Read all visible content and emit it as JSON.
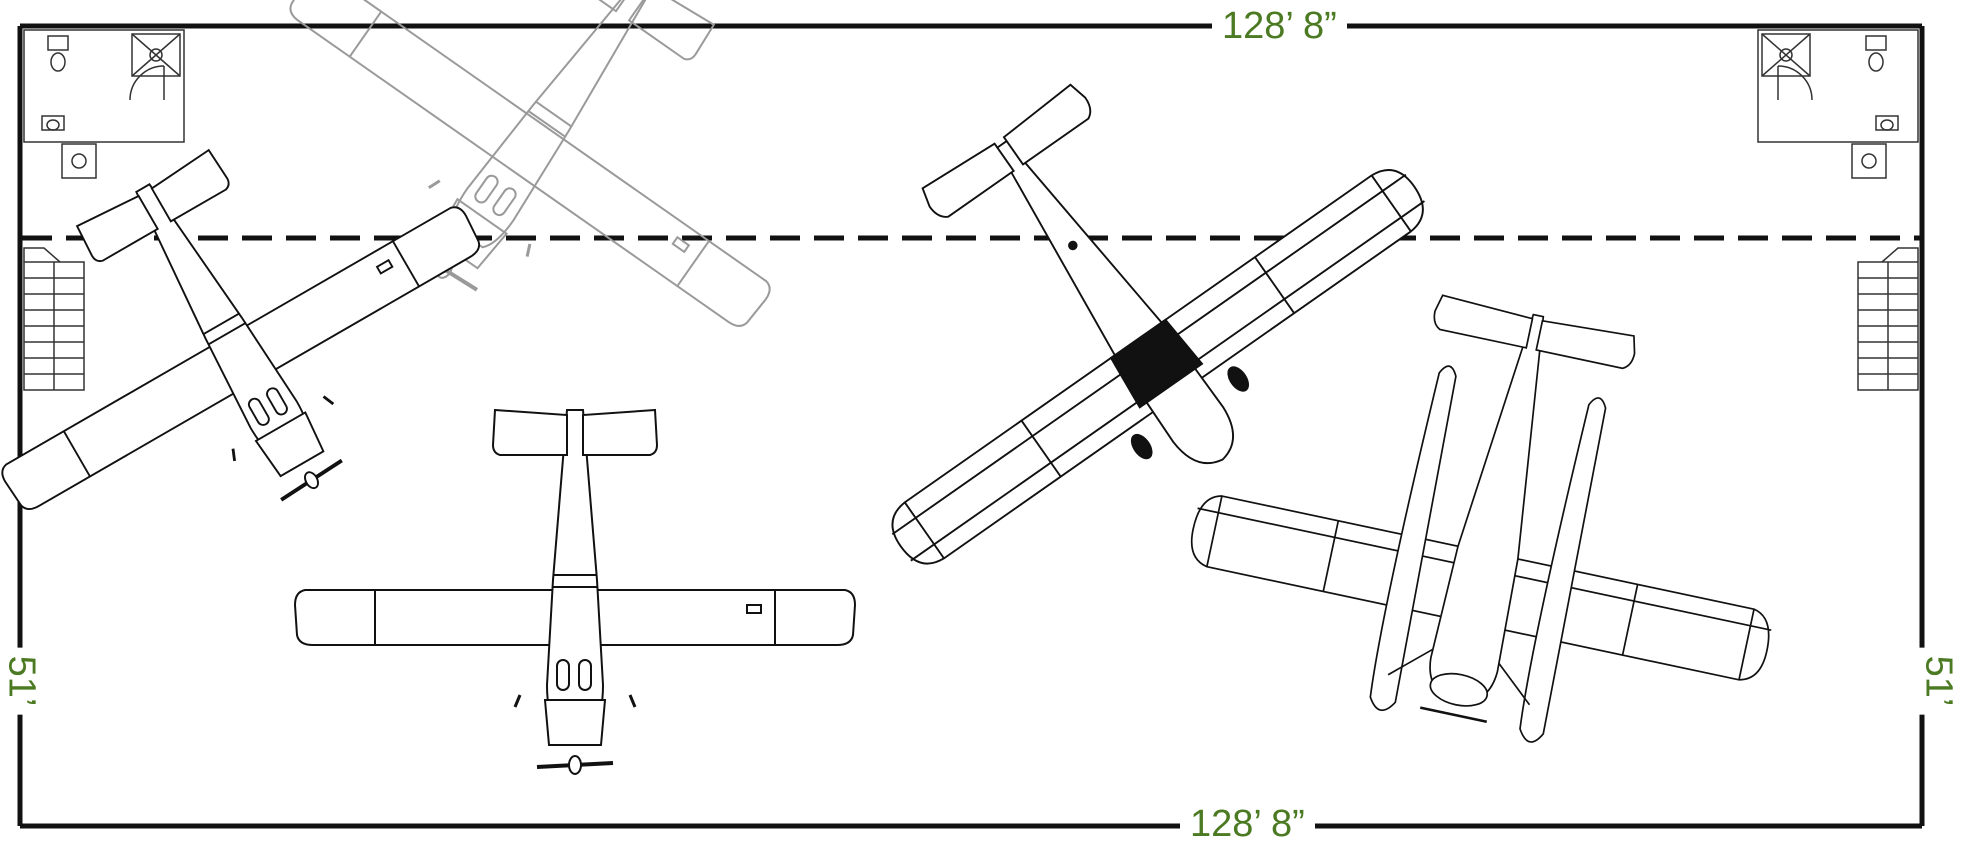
{
  "dimensions": {
    "top_width": "128’ 8”",
    "bottom_width": "128’ 8”",
    "left_depth": "51’",
    "right_depth": "51’"
  },
  "colors": {
    "dimension_text": "#4b7a23",
    "walls": "#111111",
    "faded_aircraft": "#9a9a9a"
  },
  "aircraft": [
    {
      "id": "high-wing-single-engine-1",
      "style": "outline"
    },
    {
      "id": "high-wing-single-engine-faded",
      "style": "faded"
    },
    {
      "id": "high-wing-single-engine-2",
      "style": "outline"
    },
    {
      "id": "high-wing-taildragger",
      "style": "outline"
    },
    {
      "id": "float-plane",
      "style": "outline"
    }
  ],
  "fixtures": [
    "restroom-left",
    "restroom-right",
    "stairs-left",
    "stairs-right",
    "mezzanine-line"
  ]
}
